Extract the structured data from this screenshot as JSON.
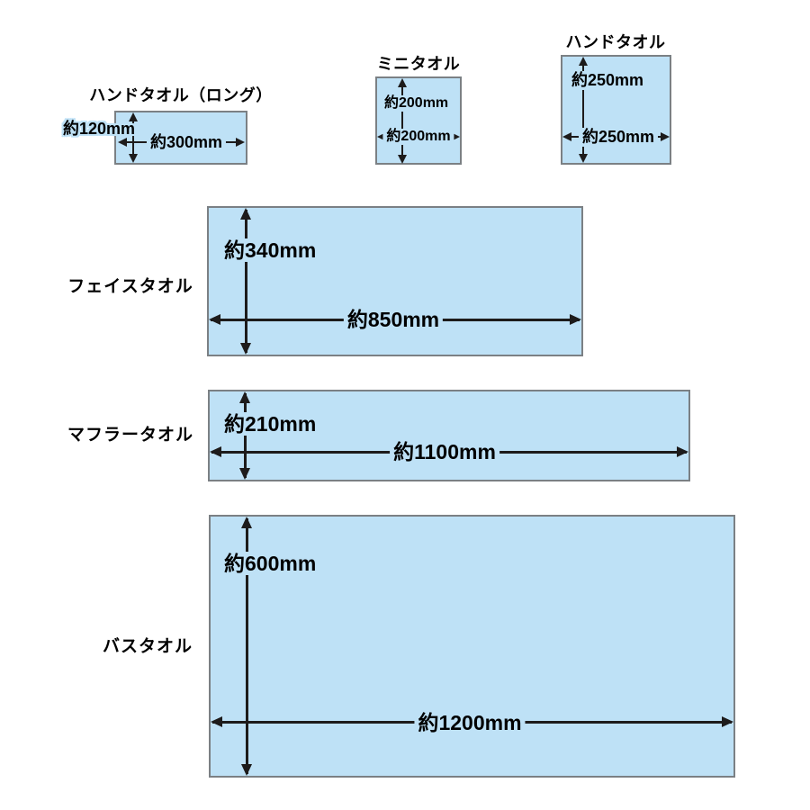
{
  "colors": {
    "fill": "#bee1f6",
    "border": "#7b8084",
    "arrow": "#1d1b1b",
    "text": "#000000"
  },
  "towels": {
    "hand_long": {
      "name": "ハンドタオル（ロング）",
      "height": "約120mm",
      "width": "約300mm"
    },
    "mini": {
      "name": "ミニタオル",
      "height": "約200mm",
      "width": "約200mm"
    },
    "hand": {
      "name": "ハンドタオル",
      "height": "約250mm",
      "width": "約250mm"
    },
    "face": {
      "name": "フェイスタオル",
      "height": "約340mm",
      "width": "約850mm"
    },
    "muffler": {
      "name": "マフラータオル",
      "height": "約210mm",
      "width": "約1100mm"
    },
    "bath": {
      "name": "バスタオル",
      "height": "約600mm",
      "width": "約1200mm"
    }
  }
}
